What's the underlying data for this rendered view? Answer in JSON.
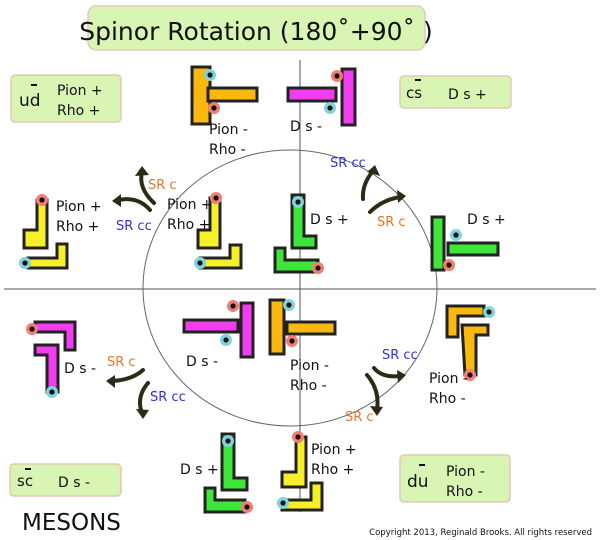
{
  "title": "Spinor Rotation (180˚+90˚ )",
  "legend_boxes": [
    {
      "quark": "ud",
      "lines": [
        "Pion +",
        "Rho +"
      ]
    },
    {
      "quark": "cs",
      "lines": [
        "D s +"
      ]
    },
    {
      "quark": "sc",
      "lines": [
        "D s -"
      ]
    },
    {
      "quark": "du",
      "lines": [
        "Pion -",
        "Rho -"
      ]
    }
  ],
  "labels": {
    "pion_minus": "Pion -",
    "rho_minus": "Rho -",
    "pion_plus": "Pion +",
    "rho_plus": "Rho +",
    "ds_plus": "D s +",
    "ds_minus": "D s -"
  },
  "rotations": {
    "sr_c": "SR c",
    "sr_cc": "SR cc"
  },
  "colors": {
    "yellow": "#f6f02a",
    "orange": "#fbb80f",
    "magenta": "#f23cf0",
    "green": "#3fe63a",
    "sr_c": "#e8742c",
    "sr_cc": "#3030d8",
    "box": "#d9f5b3",
    "dot_red": "#f07e72",
    "dot_cyan": "#7fd3dc"
  },
  "footer": {
    "heading": "MESONS",
    "copyright": "Copyright 2013, Reginald Brooks. All rights reserved"
  }
}
